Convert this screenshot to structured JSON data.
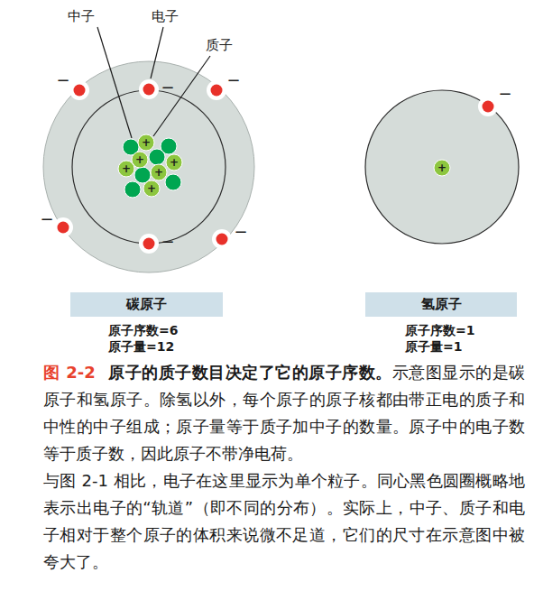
{
  "diagram": {
    "caption": "图 2-2 原子的质子数目决定了它的原子序数。示意图显示的是碳原子和氢原子。除氢以外，每个原子的原子核都由带正电的质子和中性的中子组成；原子量等于质子加中子的数量。原子中的电子数等于质子数，因此原子不带净电荷。",
    "nodes": [
      {
        "text": [
          "碳原子"
        ]
      },
      {
        "text": [
          "氢原子"
        ]
      }
    ],
    "labels": [
      "中子",
      "电子",
      "质子",
      "−",
      "−",
      "−",
      "−",
      "−",
      "−",
      "−",
      "+",
      "+",
      "+",
      "+",
      "+",
      "+",
      "+",
      "原子序数=6",
      "原子量=12",
      "原子序数=1",
      "原子量=1",
      "与图 2-1 相比，电子在这里显示为单个粒子。同心黑色圆圈概略地表示出电子的“轨道”（即不同的分布）。实际上，中子、质子和电子相对于整个原子的体积来说微不足道，它们的尺寸在示意图中被夸大了。"
    ]
  }
}
